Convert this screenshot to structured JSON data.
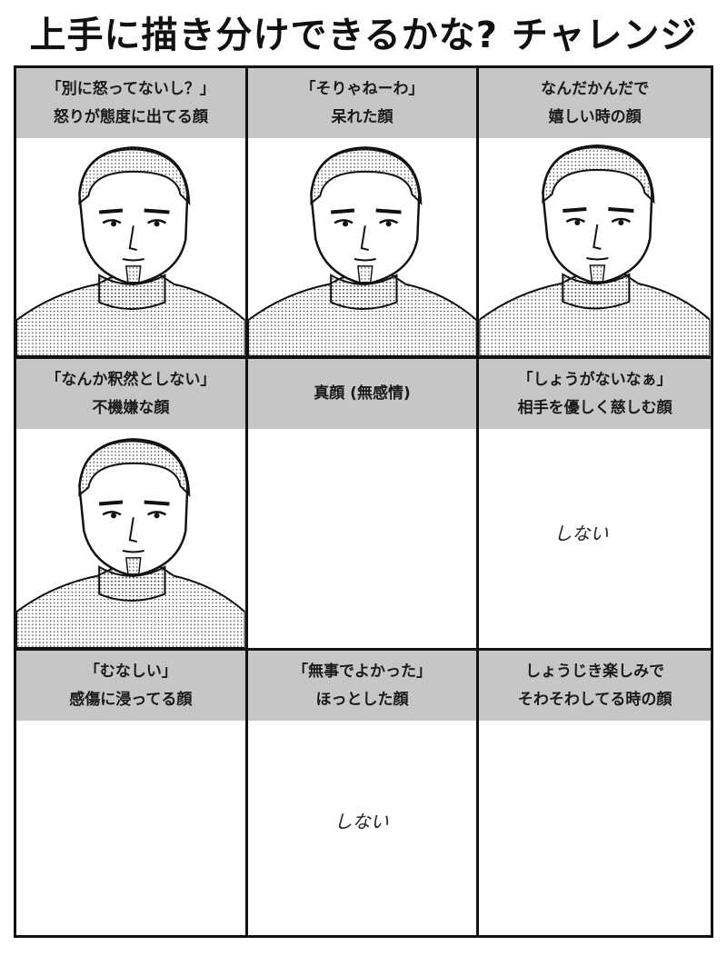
{
  "title": "上手に描き分けできるかな? チャレンジ",
  "cells": [
    {
      "line1": "「別に怒ってないし？」",
      "line2": "怒りが態度に出てる顔",
      "drawn": true
    },
    {
      "line1": "「そりゃねーわ」",
      "line2": "呆れた顔",
      "drawn": true
    },
    {
      "line1": "なんだかんだで",
      "line2": "嬉しい時の顔",
      "drawn": true
    },
    {
      "line1": "「なんか釈然としない」",
      "line2": "不機嫌な顔",
      "drawn": true
    },
    {
      "line1": "真顔 (無感情)",
      "line2": "",
      "drawn": false
    },
    {
      "line1": "「しょうがないなぁ」",
      "line2": "相手を優しく慈しむ顔",
      "drawn": false,
      "note": "しない"
    },
    {
      "line1": "「むなしい」",
      "line2": "感傷に浸ってる顔",
      "drawn": false
    },
    {
      "line1": "「無事でよかった」",
      "line2": "ほっとした顔",
      "drawn": false,
      "note": "しない"
    },
    {
      "line1": "しょうじき楽しみで",
      "line2": "そわそわしてる時の顔",
      "drawn": false
    }
  ]
}
